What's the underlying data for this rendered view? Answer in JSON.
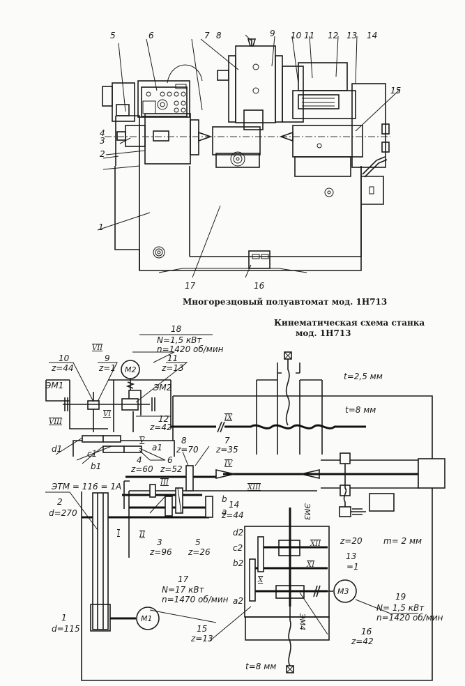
{
  "figure_top": {
    "caption": "Многорезцовый полуавтомат мод. 1Н713",
    "part_labels": [
      "1",
      "2",
      "3",
      "4",
      "5",
      "6",
      "7",
      "8",
      "9",
      "10",
      "11",
      "12",
      "13",
      "14",
      "15",
      "16",
      "17"
    ]
  },
  "figure_bottom": {
    "caption_line1": "Кинематическая схема станка",
    "caption_line2": "мод. 1Н713",
    "motors": [
      {
        "id": "M1",
        "ref": "17",
        "power": "N=17 кВт",
        "speed": "n=1470 об/мин"
      },
      {
        "id": "M2",
        "ref": "18",
        "power": "N=1,5 кВт",
        "speed": "n=1420 об/мин"
      },
      {
        "id": "M3",
        "ref": "19",
        "power": "N= 1,5 кВт",
        "speed": "n=1420 об/мин"
      }
    ],
    "gears": [
      {
        "ref": "1",
        "spec": "d=115"
      },
      {
        "ref": "2",
        "spec": "d=270"
      },
      {
        "ref": "3",
        "spec": "z=96"
      },
      {
        "ref": "4",
        "spec": "z=60"
      },
      {
        "ref": "5",
        "spec": "z=26"
      },
      {
        "ref": "6",
        "spec": "z=52"
      },
      {
        "ref": "7",
        "spec": "z=35"
      },
      {
        "ref": "8",
        "spec": "z=70"
      },
      {
        "ref": "9",
        "spec": "z=1"
      },
      {
        "ref": "10",
        "spec": "z=44"
      },
      {
        "ref": "11",
        "spec": "z=13"
      },
      {
        "ref": "12",
        "spec": "z=42"
      },
      {
        "ref": "13",
        "spec": "=1"
      },
      {
        "ref": "14",
        "spec": "z=44"
      },
      {
        "ref": "15",
        "spec": "z=13"
      },
      {
        "ref": "16",
        "spec": "z=42"
      }
    ],
    "pinion": "z=20",
    "rack_module": "m= 2 мм",
    "screw_pitches": [
      "t=2,5 мм",
      "t=8 мм",
      "t=8 мм"
    ],
    "clutches": [
      "ЭМ1",
      "ЭМ2",
      "ЭМ3",
      "ЭМ4"
    ],
    "clutch_note": "ЭТМ = 116 = 1А",
    "shafts": [
      "I",
      "II",
      "III",
      "IV",
      "V",
      "VI",
      "VII",
      "VIII",
      "IX",
      "X",
      "XI",
      "XII",
      "XIII"
    ],
    "change_gears": [
      "a",
      "b",
      "a1",
      "b1",
      "c1",
      "d1",
      "a2",
      "b2",
      "c2",
      "d2"
    ]
  }
}
